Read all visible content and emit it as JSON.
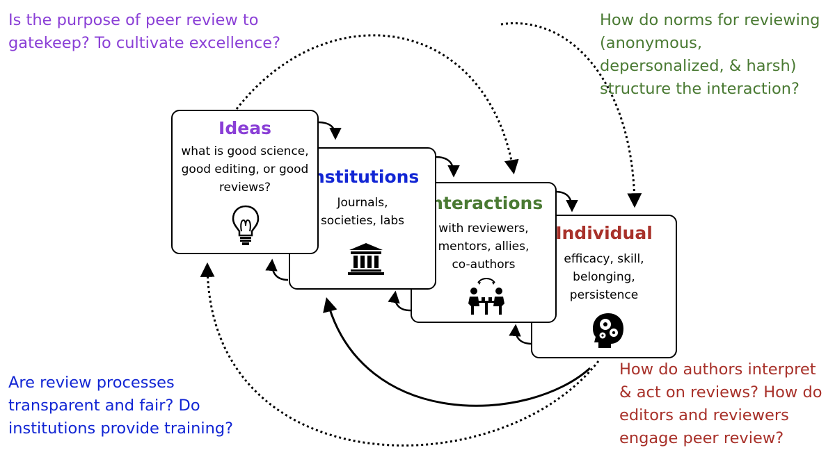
{
  "colors": {
    "ideas": "#8a3fd6",
    "institutions": "#1226d4",
    "interactions": "#4a7a33",
    "individual": "#a8312a",
    "question_purple": "#8a3fd6",
    "question_green": "#4a7a33",
    "question_blue": "#1226d4",
    "question_red": "#a8312a"
  },
  "questions": {
    "top_left": [
      "Is the purpose of peer review to",
      "gatekeep? To cultivate excellence?"
    ],
    "top_right": [
      "How do norms for reviewing",
      "(anonymous,",
      "depersonalized, & harsh)",
      "structure the interaction?"
    ],
    "bottom_left": [
      "Are review processes",
      "transparent and fair? Do",
      "institutions provide training?"
    ],
    "bottom_right": [
      "How do authors interpret",
      "& act on reviews? How do",
      "editors and reviewers",
      "engage peer review?"
    ]
  },
  "boxes": {
    "ideas": {
      "title": "Ideas",
      "desc": [
        "what is good science,",
        "good editing, or good",
        "reviews?"
      ],
      "icon": "lightbulb-icon"
    },
    "institutions": {
      "title": "Institutions",
      "desc": [
        "Journals,",
        "societies, labs"
      ],
      "icon": "building-icon"
    },
    "interactions": {
      "title": "Interactions",
      "desc": [
        "with reviewers,",
        "mentors, allies,",
        "co-authors"
      ],
      "icon": "people-interacting-icon"
    },
    "individual": {
      "title": "Individual",
      "desc": [
        "efficacy, skill,",
        "belonging,",
        "persistence"
      ],
      "icon": "head-gears-icon"
    }
  }
}
